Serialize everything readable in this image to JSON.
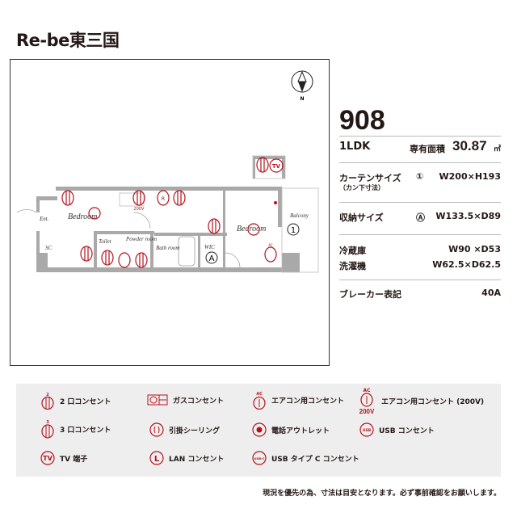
{
  "header": {
    "title": "Re-be東三国"
  },
  "compass": {
    "label": "N"
  },
  "plan": {
    "rooms": {
      "bedroom1": "Bedroom",
      "bedroom2": "Bedroom",
      "ent": "Ent.",
      "sc": "SC",
      "toilet": "Toilet",
      "powder": "Powder room",
      "bath": "Bath room",
      "wic": "WIC",
      "balcony": "Balcony"
    },
    "marks": {
      "curtain": "1",
      "storage": "A",
      "tv": "TV",
      "ac": "AC",
      "v200": "200V",
      "r": "R",
      "two": "2",
      "three": "3"
    }
  },
  "unit": {
    "number": "908",
    "type": "1LDK",
    "area_label": "専有面積",
    "area_value": "30.87",
    "area_unit": "㎡"
  },
  "specs": {
    "curtain": {
      "label": "カーテンサイズ",
      "sub": "（カン下寸法）",
      "mark": "①",
      "value": "W200×H193"
    },
    "storage": {
      "label": "収納サイズ",
      "mark": "Ⓐ",
      "value": "W133.5×D89"
    },
    "fridge": {
      "label": "冷蔵庫",
      "value": "W90 ×D53"
    },
    "washer": {
      "label": "洗濯機",
      "value": "W62.5×D62.5"
    },
    "breaker": {
      "label": "ブレーカー表記",
      "value": "40A"
    }
  },
  "legend": [
    {
      "icon": "outlet-2-icon",
      "label": "2 口コンセント"
    },
    {
      "icon": "gas-outlet-icon",
      "label": "ガスコンセント"
    },
    {
      "icon": "ac-outlet-icon",
      "label": "エアコン用コンセント"
    },
    {
      "icon": "ac-outlet-200v-icon",
      "label": "エアコン用コンセント (200V)"
    },
    {
      "icon": "outlet-3-icon",
      "label": "3 口コンセント"
    },
    {
      "icon": "ceiling-hook-icon",
      "label": "引掛シーリング"
    },
    {
      "icon": "phone-outlet-icon",
      "label": "電話アウトレット"
    },
    {
      "icon": "usb-outlet-icon",
      "label": "USB コンセント"
    },
    {
      "icon": "tv-terminal-icon",
      "label": "TV 端子"
    },
    {
      "icon": "lan-outlet-icon",
      "label": "LAN コンセント"
    },
    {
      "icon": "usb-c-outlet-icon",
      "label": "USB タイプ C コンセント"
    }
  ],
  "legend_marks": {
    "two": "2",
    "three": "3",
    "ac": "AC",
    "v200": "200V",
    "tv": "TV",
    "l": "L",
    "usb": "USB",
    "usbc": "USB-C"
  },
  "footer": {
    "note": "現況を優先の為、寸法は目安となります。必ず事前確認をお願いします。"
  },
  "colors": {
    "accent": "#b5121b",
    "wall": "#a9a9a9",
    "legend_bg": "#eeeeee"
  }
}
